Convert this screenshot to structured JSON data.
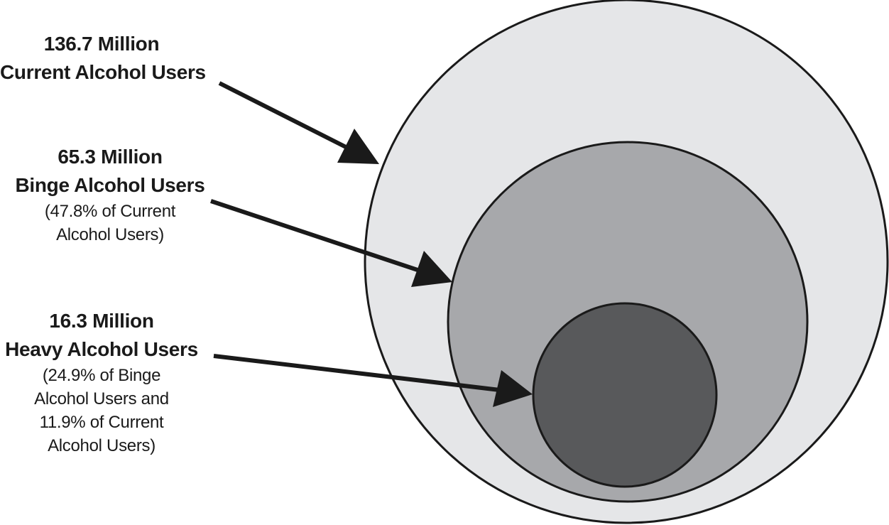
{
  "colors": {
    "outer_fill": "#e5e6e8",
    "middle_fill": "#a7a8ab",
    "inner_fill": "#58595b",
    "stroke": "#1a1a1a",
    "arrow": "#1a1a1a",
    "text": "#1a1a1a"
  },
  "circles": [
    {
      "name": "current-alcohol-users",
      "value_millions": 136.7,
      "label_title": "136.7 Million",
      "label_name": "Current Alcohol Users",
      "label_notes": []
    },
    {
      "name": "binge-alcohol-users",
      "value_millions": 65.3,
      "label_title": "65.3 Million",
      "label_name": "Binge Alcohol Users",
      "label_notes": [
        "(47.8% of Current",
        "Alcohol Users)"
      ]
    },
    {
      "name": "heavy-alcohol-users",
      "value_millions": 16.3,
      "label_title": "16.3 Million",
      "label_name": "Heavy Alcohol Users",
      "label_notes": [
        "(24.9% of Binge",
        "Alcohol Users and",
        "11.9% of Current",
        "Alcohol Users)"
      ]
    }
  ]
}
